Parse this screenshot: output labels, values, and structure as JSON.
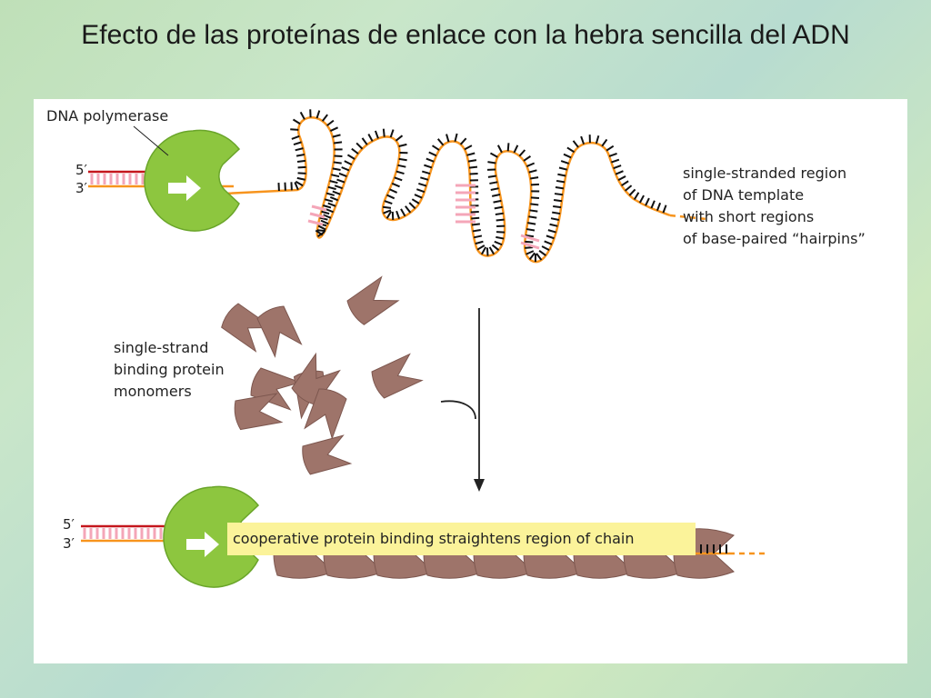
{
  "title": "Efecto de las proteínas de enlace con la hebra sencilla del ADN",
  "labels": {
    "dna_polymerase": "DNA polymerase",
    "five_prime": "5′",
    "three_prime": "3′",
    "ss_region": [
      "single-stranded region",
      "of DNA template",
      "with short regions",
      "of base-paired “hairpins”"
    ],
    "ssb": [
      "single-strand",
      "binding protein",
      "monomers"
    ],
    "caption": "cooperative protein binding straightens region of chain"
  },
  "colors": {
    "polymerase": "#8dc63f",
    "protein": "#9e746a",
    "strand": "#f7941d",
    "primer": "#c4161c",
    "pairing": "#f4a6b8",
    "highlight": "#fbf39a"
  }
}
